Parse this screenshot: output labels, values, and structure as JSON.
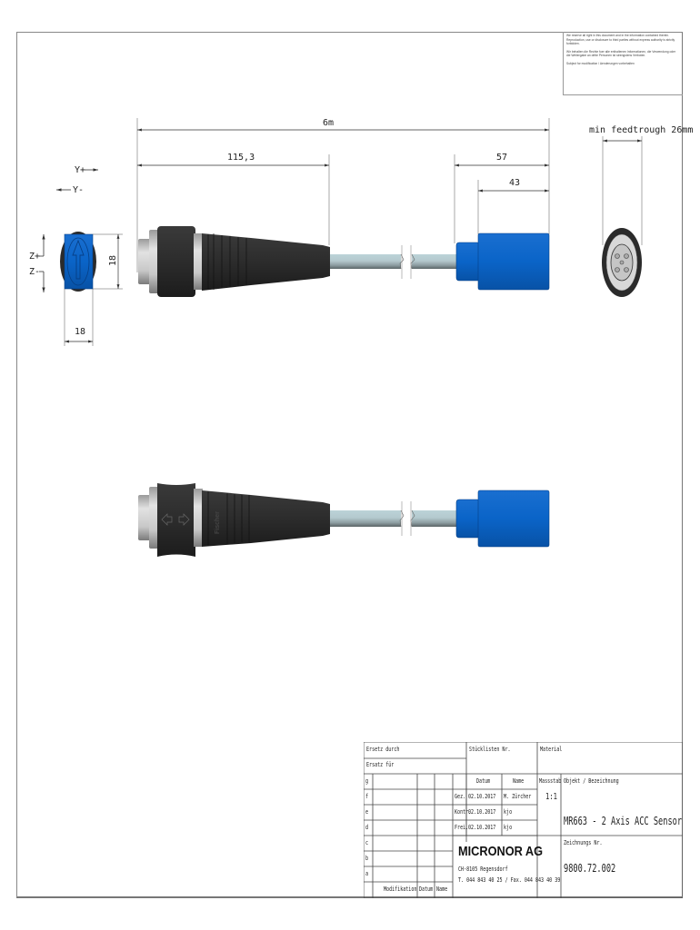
{
  "notice": {
    "en": "We reserve all right in this document and in the information contained therein. Reproduction, use or disclosure to third parties without express authority is strictly forbidden.",
    "de": "Wir behalten die Rechte fuer alle enthaltenen Informationen, die Verwendung oder die Weitergabe an dritte Personen ist strengstens Verboten.",
    "modification": "Subject for modification / Aenderungen vorbehalten"
  },
  "axes": {
    "y_plus": "Y+",
    "y_minus": "Y-",
    "z_plus": "Z+",
    "z_minus": "Z-"
  },
  "dimensions": {
    "overall_length": "6m",
    "connector_length": "115,3",
    "sensor_length": "57",
    "sensor_body_length": "43",
    "end_height": "18",
    "end_width": "18",
    "feedthrough": "min feedtrough 26mm"
  },
  "title_block": {
    "ersetz_durch": "Ersetz durch",
    "ersatz_fuer": "Ersatz für",
    "stueckliste_label": "Stücklisten Nr.",
    "material_label": "Material",
    "rev_letters": [
      "g",
      "f",
      "e",
      "d",
      "c",
      "b",
      "a"
    ],
    "col_modification": "Modifikation",
    "col_datum": "Datum",
    "col_name": "Name",
    "sig_header_datum": "Datum",
    "sig_header_name": "Name",
    "signatures": [
      {
        "role": "Gez.",
        "date": "02.10.2017",
        "name": "M. Zürcher"
      },
      {
        "role": "Kontr.",
        "date": "02.10.2017",
        "name": "kjo"
      },
      {
        "role": "Frei.",
        "date": "02.10.2017",
        "name": "kjo"
      }
    ],
    "massstab_label": "Massstab",
    "massstab_value": "1:1",
    "objekt_label": "Objekt / Bezeichnung",
    "objekt_value": "MR663 - 2 Axis ACC Sensor",
    "zeichnung_label": "Zeichnungs Nr.",
    "zeichnung_value": "9800.72.002",
    "company": "MICRONOR AG",
    "address": "CH-8105 Regensdorf",
    "phone": "T. 044 843 40 25 / Fax. 044 843 40 39"
  },
  "colors": {
    "sensor_blue": "#0a64c8",
    "connector_black": "#2b2b2b",
    "cable_gray": "#a9bfc4",
    "line": "#333333"
  }
}
